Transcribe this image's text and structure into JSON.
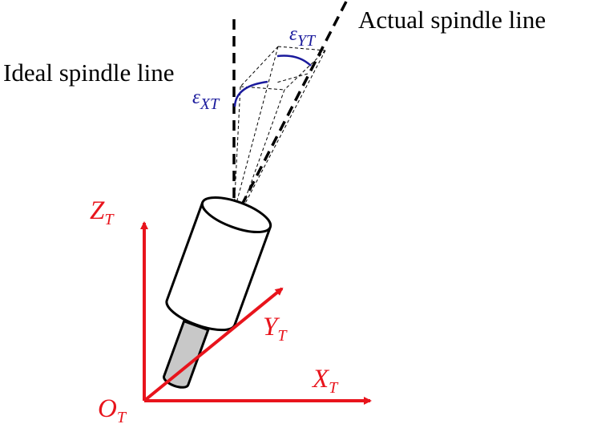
{
  "colors": {
    "axis": "#e8141c",
    "angle": "#1a1a9c",
    "line": "#000000",
    "tool_fill": "#c8c8c8"
  },
  "labels": {
    "actual_spindle_line": "Actual spindle line",
    "ideal_spindle_line": "Ideal spindle line"
  },
  "angles": {
    "eps_yt": {
      "symbol": "ε",
      "subscript": "YT"
    },
    "eps_xt": {
      "symbol": "ε",
      "subscript": "XT"
    }
  },
  "axes": {
    "z": {
      "letter": "Z",
      "subscript": "T"
    },
    "y": {
      "letter": "Y",
      "subscript": "T"
    },
    "x": {
      "letter": "X",
      "subscript": "T"
    },
    "origin": {
      "letter": "O",
      "subscript": "T"
    }
  }
}
